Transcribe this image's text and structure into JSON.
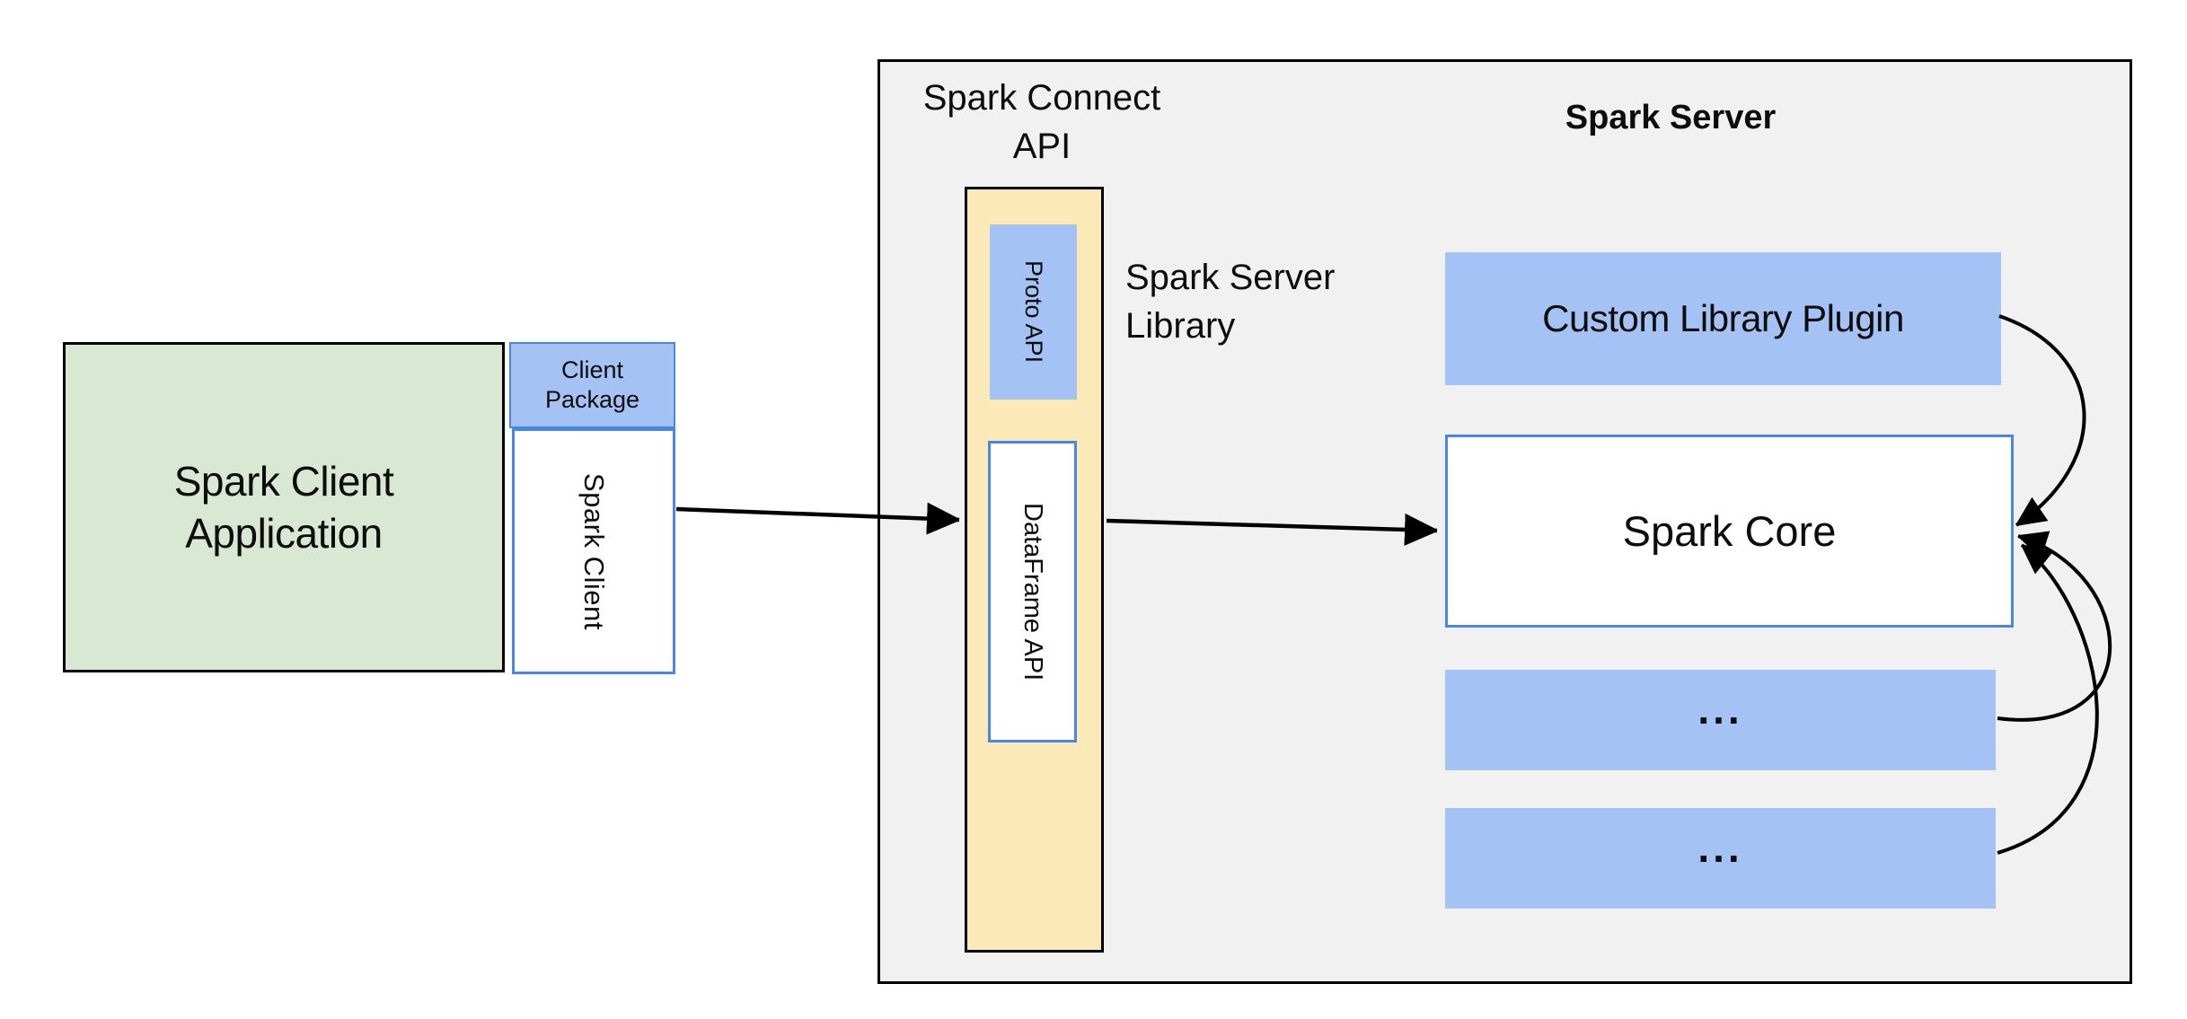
{
  "colors": {
    "blue_fill": "#a4c2f4",
    "blue_border": "#4a86e8",
    "green_fill": "#d9e8d2",
    "yellow_fill": "#fce9b8",
    "server_gray_fill": "#f1f1f2",
    "line_black": "#000000"
  },
  "client": {
    "application_label": "Spark Client\nApplication",
    "package_label": "Client\nPackage",
    "spark_client_label": "Spark Client"
  },
  "connect_api": {
    "title": "Spark Connect\nAPI",
    "proto_label": "Proto API",
    "dataframe_label": "DataFrame API",
    "library_caption": "Spark Server\nLibrary"
  },
  "server": {
    "title": "Spark Server",
    "plugin_label": "Custom Library Plugin",
    "core_label": "Spark Core",
    "slot1_label": "...",
    "slot2_label": "..."
  }
}
